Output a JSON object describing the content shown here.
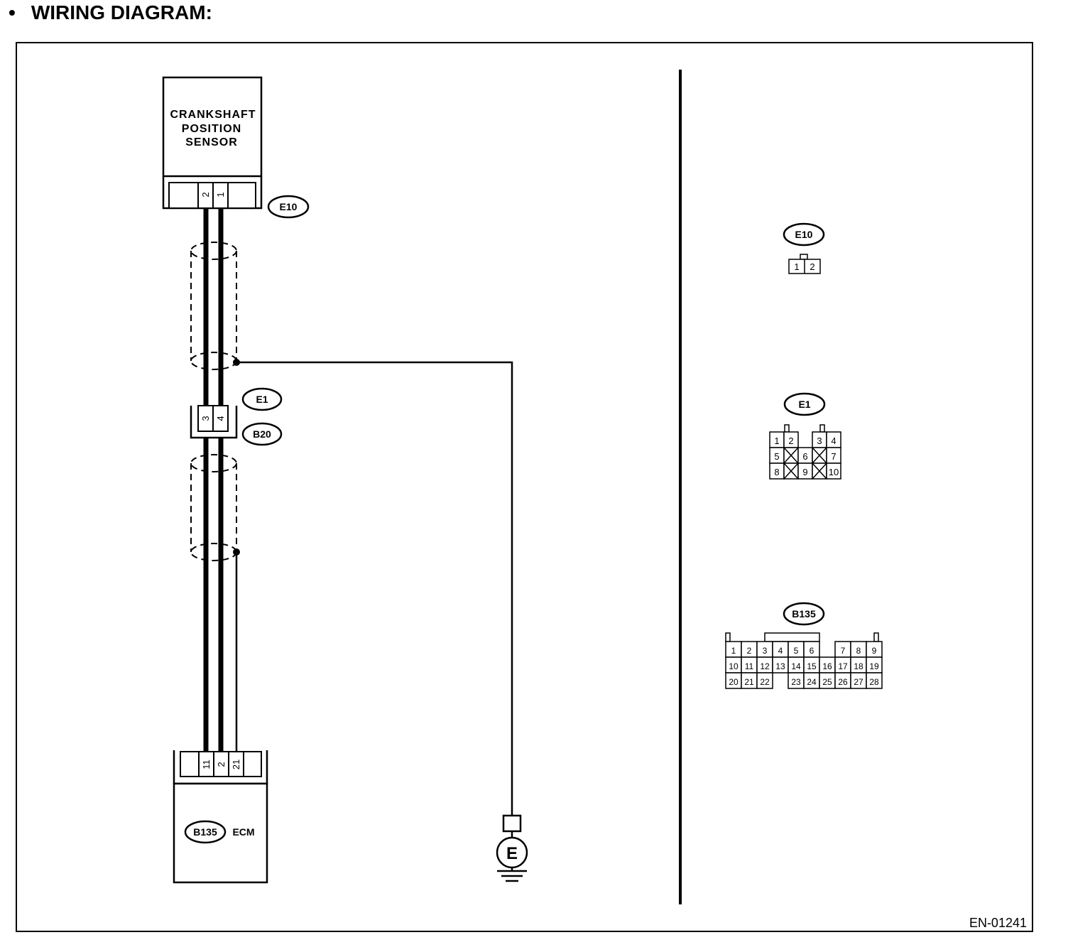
{
  "header": {
    "bullet": "•",
    "title": "WIRING DIAGRAM:"
  },
  "components": {
    "sensor": {
      "lines": [
        "CRANKSHAFT",
        "POSITION",
        "SENSOR"
      ],
      "connector": "E10",
      "pins": [
        "2",
        "1"
      ]
    },
    "joint": {
      "upper": "E1",
      "lower": "B20",
      "pins": [
        "3",
        "4"
      ]
    },
    "ecm": {
      "connector": "B135",
      "label": "ECM",
      "pins": [
        "11",
        "2",
        "21"
      ]
    },
    "ground": {
      "symbol": "E"
    }
  },
  "connector_views": {
    "e10": {
      "tag": "E10",
      "pins": [
        "1",
        "2"
      ]
    },
    "e1": {
      "tag": "E1",
      "rows": [
        [
          "1",
          "2",
          "",
          "3",
          "4"
        ],
        [
          "5",
          "",
          "6",
          "",
          "7"
        ],
        [
          "8",
          "",
          "9",
          "",
          "10"
        ]
      ]
    },
    "b135": {
      "tag": "B135",
      "rows": [
        [
          "1",
          "2",
          "3",
          "4",
          "5",
          "6",
          "",
          "7",
          "8",
          "9"
        ],
        [
          "10",
          "11",
          "12",
          "13",
          "14",
          "15",
          "16",
          "17",
          "18",
          "19"
        ],
        [
          "20",
          "21",
          "22",
          "",
          "23",
          "24",
          "25",
          "26",
          "27",
          "28"
        ]
      ]
    }
  },
  "figure_id": "EN-01241"
}
